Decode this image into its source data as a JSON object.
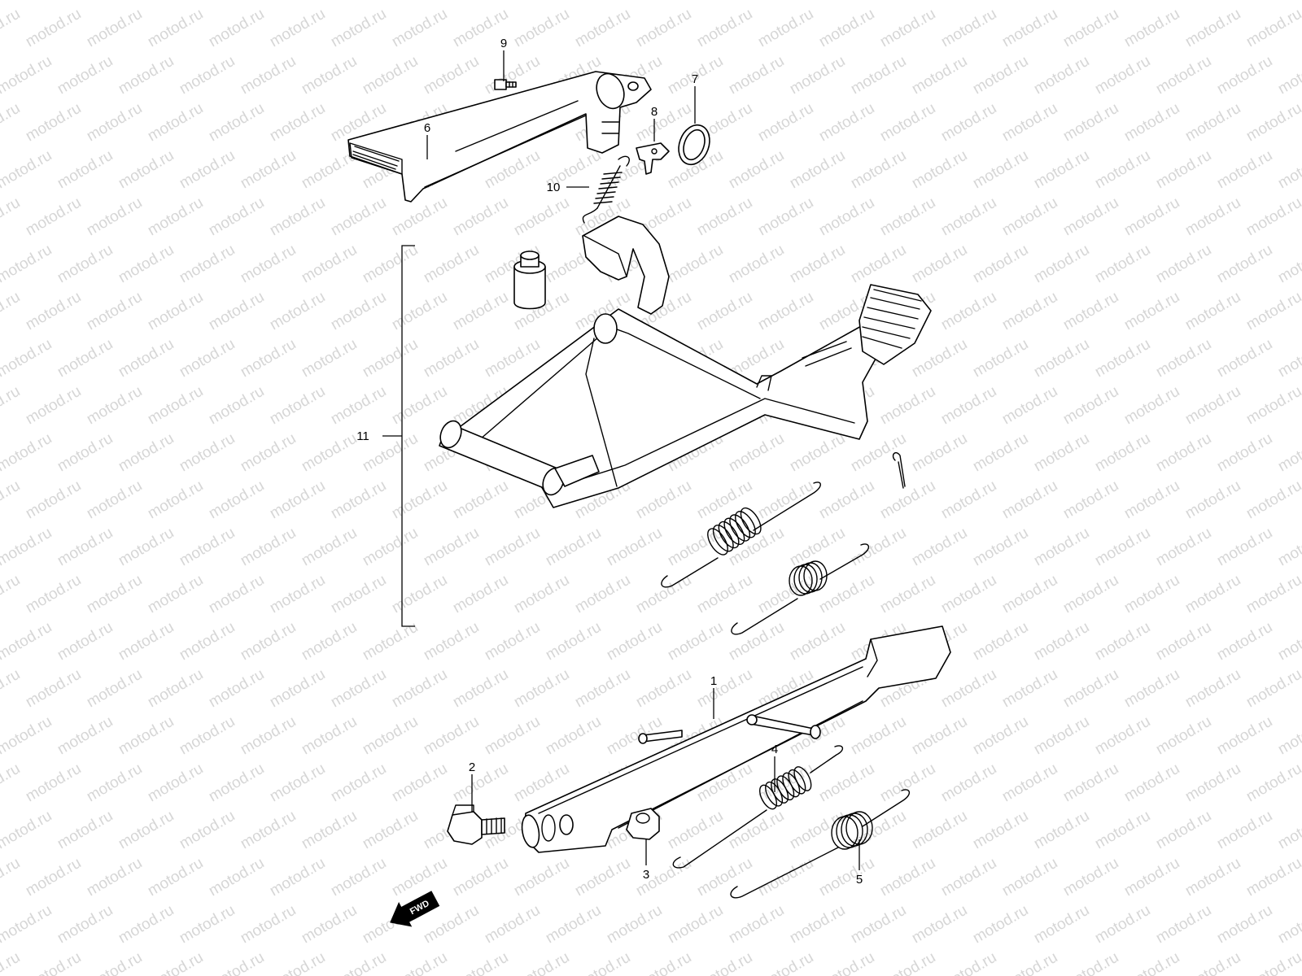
{
  "watermark": "motod.ru",
  "callouts": {
    "c1": "1",
    "c2": "2",
    "c3": "3",
    "c4": "4",
    "c5": "5",
    "c6": "6",
    "c7": "7",
    "c8": "8",
    "c9": "9",
    "c10": "10",
    "c11": "11"
  },
  "direction_arrow": "FWD"
}
